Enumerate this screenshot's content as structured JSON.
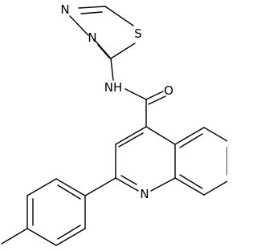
{
  "molecule": {
    "atoms": {
      "thiadiazole_n3": "N",
      "thiadiazole_n4": "N",
      "thiadiazole_s": "S",
      "amide_nh": "NH",
      "carbonyl_o": "O",
      "quinoline_n": "N"
    }
  },
  "colors": {
    "bond": "#000000",
    "label": "#000000",
    "background": "#ffffff"
  }
}
